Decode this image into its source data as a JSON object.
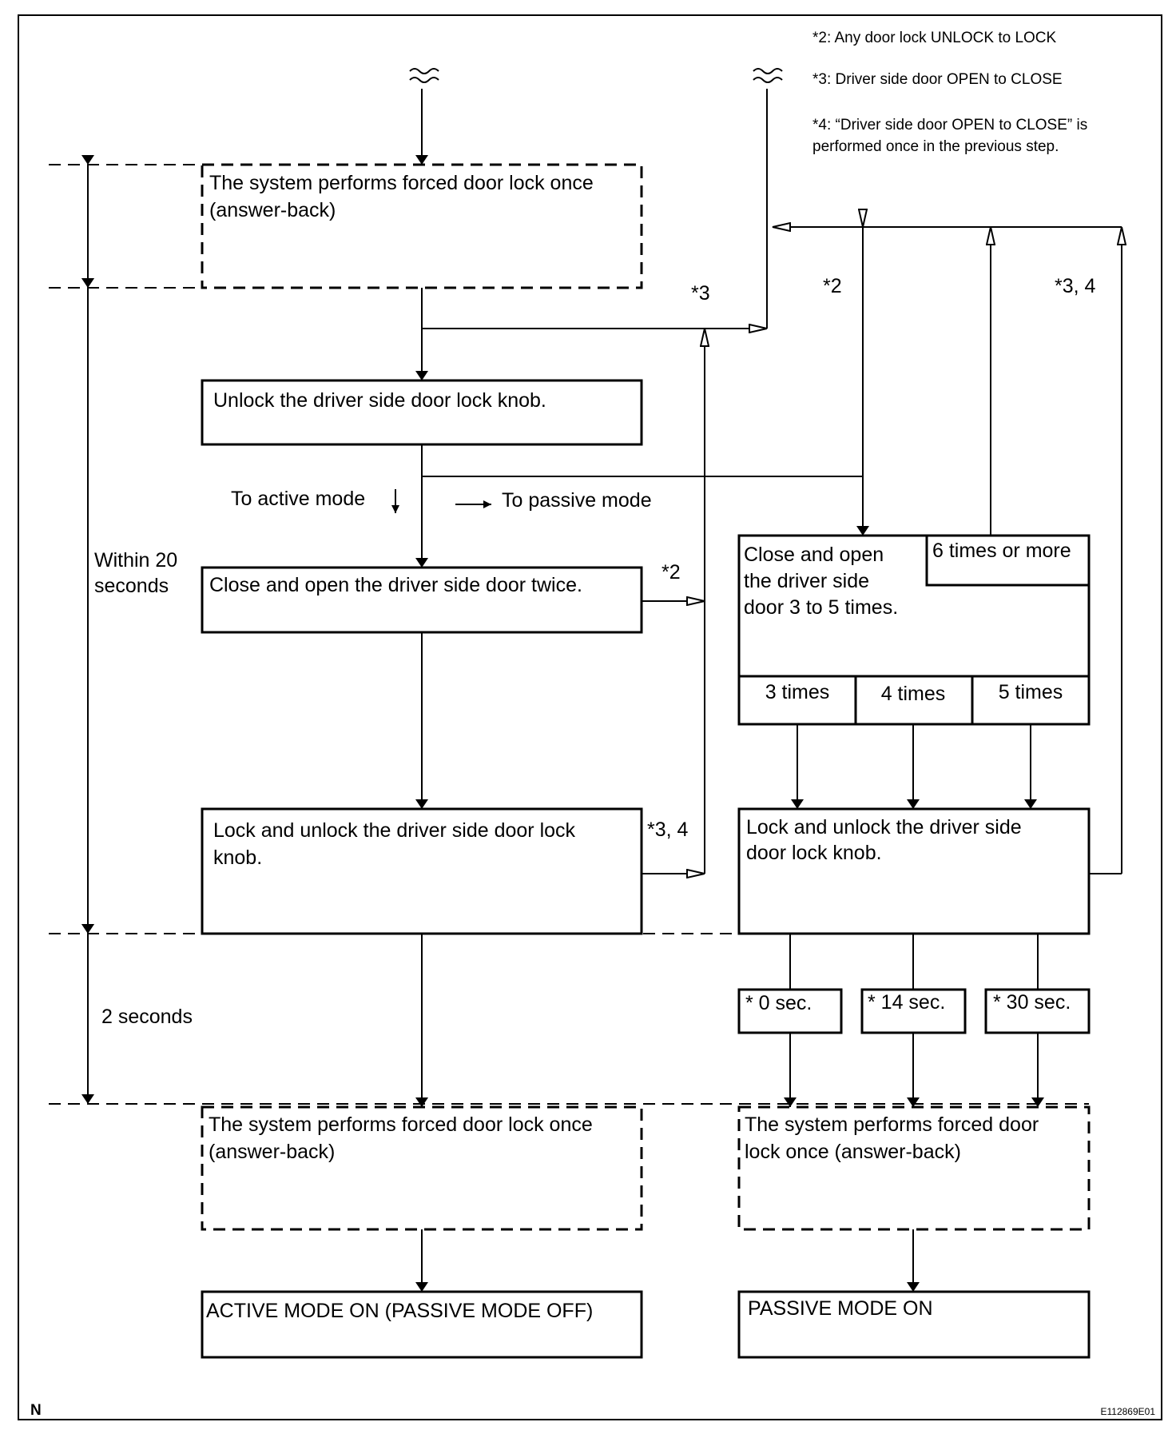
{
  "notes": {
    "n2": "*2: Any door lock UNLOCK to LOCK",
    "n3": "*3: Driver side door OPEN to CLOSE",
    "n4_line1": "*4: “Driver side door OPEN to CLOSE” is",
    "n4_line2": "performed once in the previous step."
  },
  "boxes": {
    "forced_top_l1": "The system performs forced door lock once",
    "forced_top_l2": "(answer-back)",
    "unlock_knob": "Unlock the driver side door lock knob.",
    "close_open_twice": "Close and open the driver side door twice.",
    "lock_unlock_active_l1": "Lock and unlock the driver side door lock",
    "lock_unlock_active_l2": "knob.",
    "close_open_3to5_l1": "Close and open",
    "close_open_3to5_l2": "the driver side",
    "close_open_3to5_l3": "door 3 to 5 times.",
    "six_or_more": "6 times or more",
    "three_times": "3 times",
    "four_times": "4 times",
    "five_times": "5 times",
    "lock_unlock_passive_l1": "Lock and unlock the driver side",
    "lock_unlock_passive_l2": "door lock knob.",
    "delay_0": "* 0 sec.",
    "delay_14": "* 14 sec.",
    "delay_30": "* 30 sec.",
    "forced_bottom_active_l1": "The system performs forced door lock once",
    "forced_bottom_active_l2": "(answer-back)",
    "forced_bottom_passive_l1": "The system performs forced door",
    "forced_bottom_passive_l2": "lock once (answer-back)",
    "active_mode_on": "ACTIVE MODE ON (PASSIVE MODE OFF)",
    "passive_mode_on": "PASSIVE MODE ON"
  },
  "labels": {
    "to_active": "To active mode",
    "to_passive": "To passive mode",
    "within_l1": "Within 20",
    "within_l2": "seconds",
    "two_seconds": "2 seconds",
    "star3": "*3",
    "star2_top": "*2",
    "star34_top": "*3, 4",
    "star2_mid": "*2",
    "star34_mid": "*3, 4",
    "corner_n": "N",
    "figure_code": "E112869E01"
  }
}
